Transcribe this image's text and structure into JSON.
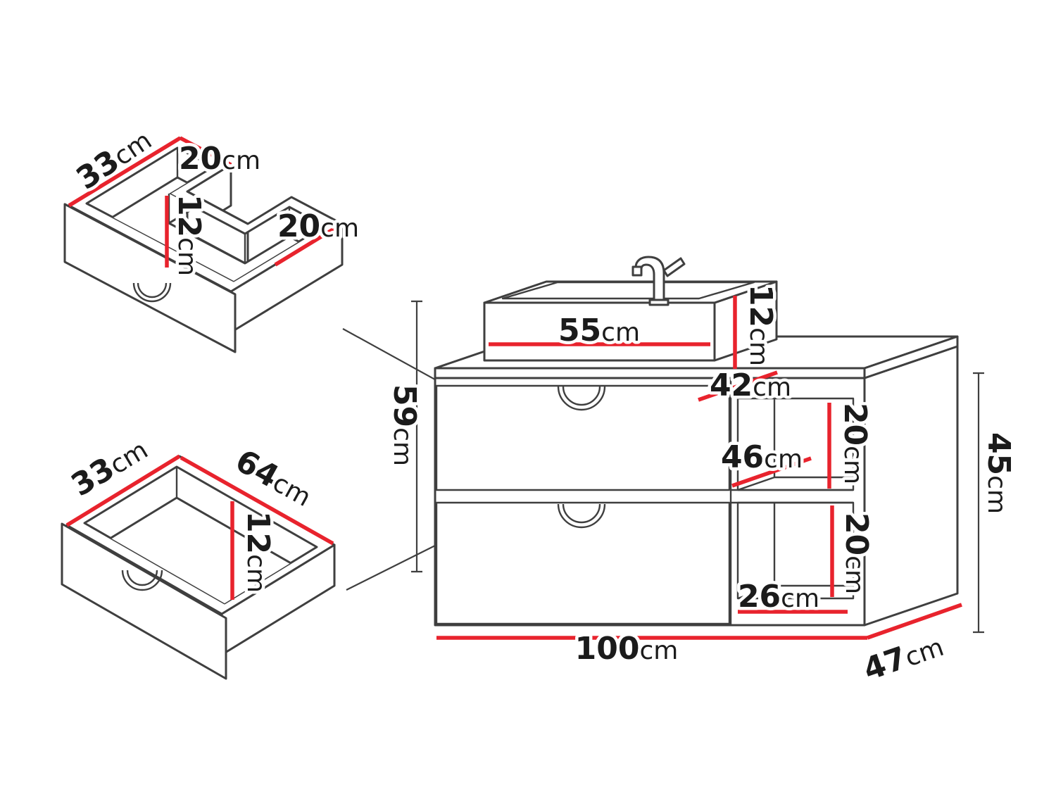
{
  "colors": {
    "outline": "#3f3f3f",
    "dimension": "#e8232d",
    "text": "#1b1b1b",
    "background": "#ffffff"
  },
  "views": {
    "top_drawer": {
      "dims": {
        "depth": {
          "value": "33",
          "unit": "cm"
        },
        "left_section_width": {
          "value": "20",
          "unit": "cm"
        },
        "height": {
          "value": "12",
          "unit": "cm"
        },
        "right_section_width": {
          "value": "20",
          "unit": "cm"
        }
      }
    },
    "bottom_drawer": {
      "dims": {
        "depth": {
          "value": "33",
          "unit": "cm"
        },
        "width": {
          "value": "64",
          "unit": "cm"
        },
        "height": {
          "value": "12",
          "unit": "cm"
        }
      }
    },
    "cabinet": {
      "dims": {
        "basin_width": {
          "value": "55",
          "unit": "cm"
        },
        "basin_height": {
          "value": "12",
          "unit": "cm"
        },
        "countertop_depth": {
          "value": "42",
          "unit": "cm"
        },
        "front_height": {
          "value": "59",
          "unit": "cm"
        },
        "shelf_depth": {
          "value": "46",
          "unit": "cm"
        },
        "upper_shelf_height": {
          "value": "20",
          "unit": "cm"
        },
        "side_height": {
          "value": "45",
          "unit": "cm"
        },
        "lower_shelf_height": {
          "value": "20",
          "unit": "cm"
        },
        "shelf_width": {
          "value": "26",
          "unit": "cm"
        },
        "width": {
          "value": "100",
          "unit": "cm"
        },
        "depth": {
          "value": "47",
          "unit": "cm"
        }
      }
    }
  }
}
